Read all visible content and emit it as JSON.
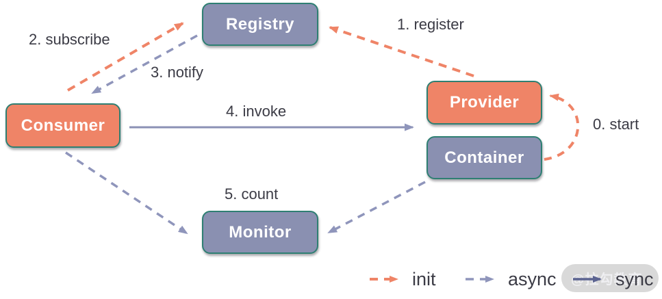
{
  "diagram": {
    "type": "architecture-flow",
    "nodes": [
      {
        "id": "registry",
        "label": "Registry",
        "fill": "purple"
      },
      {
        "id": "consumer",
        "label": "Consumer",
        "fill": "orange"
      },
      {
        "id": "provider",
        "label": "Provider",
        "fill": "orange"
      },
      {
        "id": "container",
        "label": "Container",
        "fill": "purple"
      },
      {
        "id": "monitor",
        "label": "Monitor",
        "fill": "purple"
      }
    ],
    "edges": [
      {
        "label": "0. start",
        "from": "container",
        "to": "provider",
        "line": "dashed",
        "color": "orange"
      },
      {
        "label": "1. register",
        "from": "provider",
        "to": "registry",
        "line": "dashed",
        "color": "orange"
      },
      {
        "label": "2. subscribe",
        "from": "consumer",
        "to": "registry",
        "line": "dashed",
        "color": "orange"
      },
      {
        "label": "3. notify",
        "from": "registry",
        "to": "consumer",
        "line": "dashed",
        "color": "purple"
      },
      {
        "label": "4. invoke",
        "from": "consumer",
        "to": "provider",
        "line": "solid",
        "color": "purple"
      },
      {
        "label": "5. count",
        "from": "consumer",
        "to": "monitor",
        "line": "dashed",
        "color": "purple"
      },
      {
        "label": "",
        "from": "container",
        "to": "monitor",
        "line": "dashed",
        "color": "purple"
      }
    ],
    "legend": [
      {
        "label": "init",
        "line": "dashed",
        "color": "orange"
      },
      {
        "label": "async",
        "line": "dashed",
        "color": "purple"
      },
      {
        "label": "sync",
        "line": "solid",
        "color": "purple-dark"
      }
    ],
    "watermark": "@拉勾教育",
    "colors": {
      "orange_fill": "#EF8467",
      "purple_fill": "#8A90B1",
      "node_border": "#2E7F72",
      "orange_line": "#EF8467",
      "purple_line": "#8F95BB",
      "sync_line": "#5C6491",
      "label_text": "#3B3B45",
      "node_text": "#FFFFFF",
      "watermark_bg": "#D9D9D9",
      "watermark_text": "#EFEFF2"
    }
  }
}
